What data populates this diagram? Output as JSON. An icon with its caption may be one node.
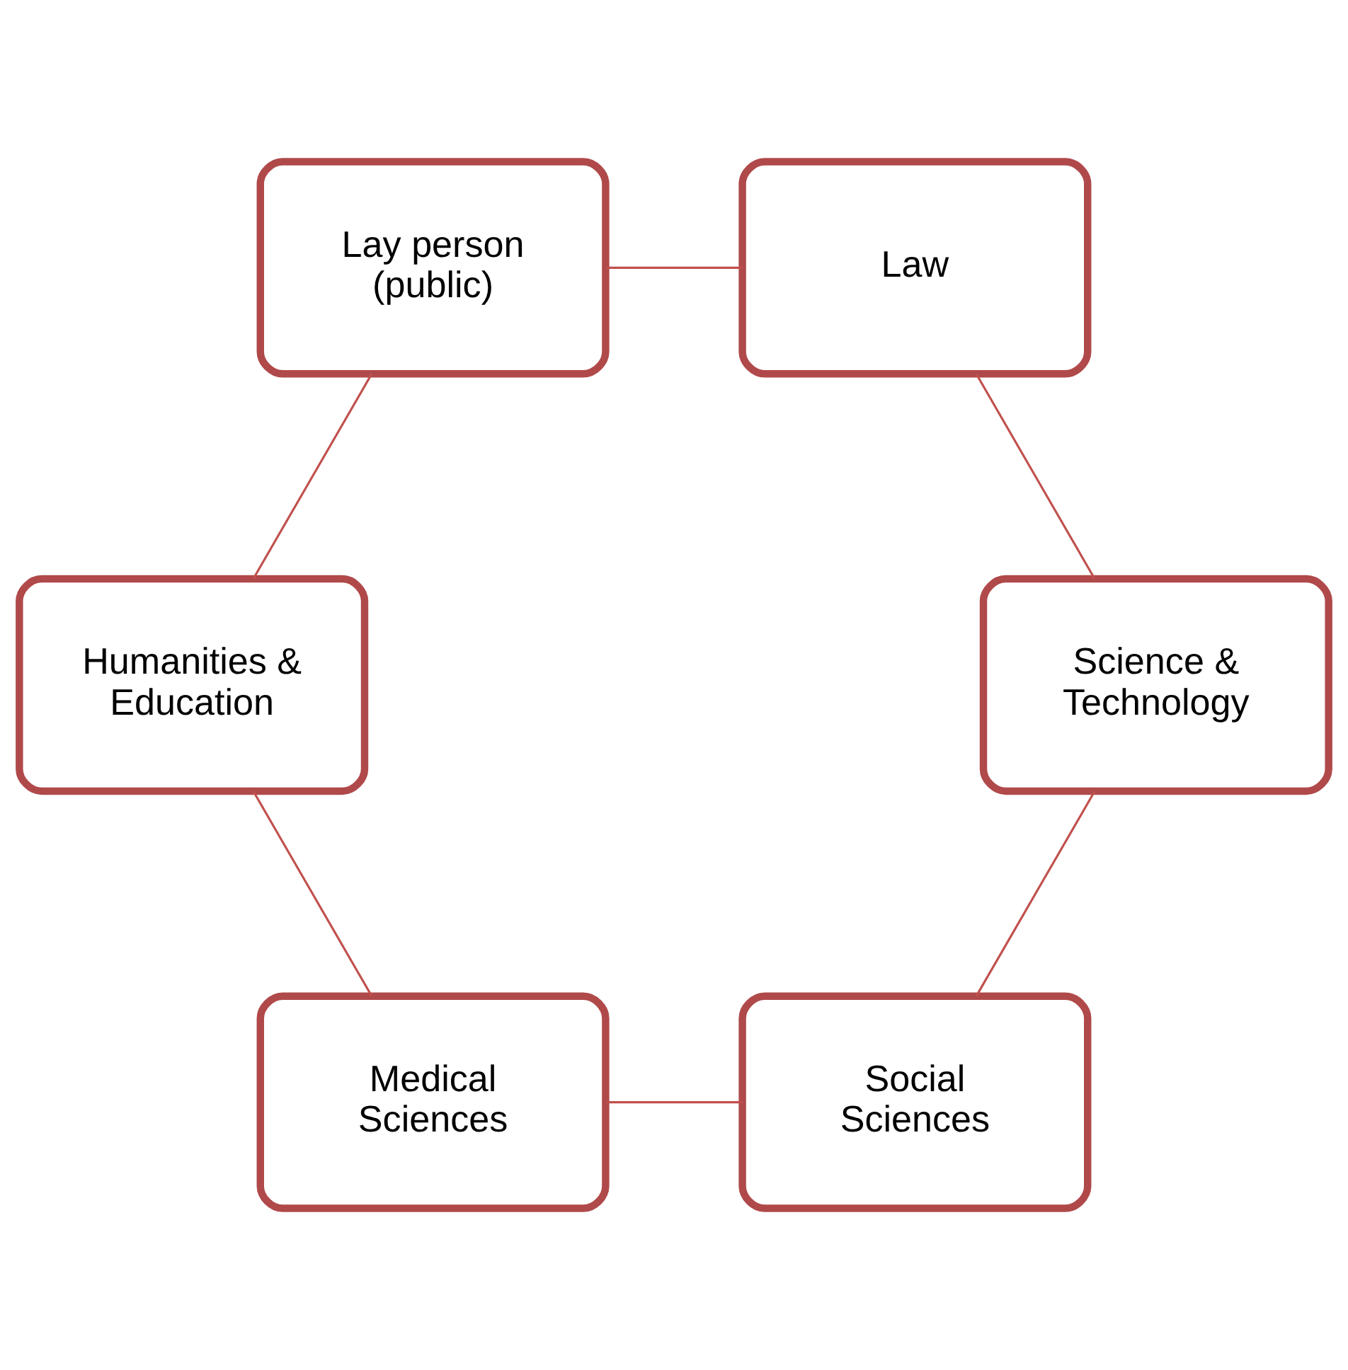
{
  "diagram": {
    "nodes": [
      {
        "text": [
          "Social Sciences"
        ]
      },
      {
        "text": [
          "Medical Sciences"
        ]
      },
      {
        "text": [
          "Humanities & Education"
        ]
      },
      {
        "text": [
          "Lay person (public)"
        ]
      },
      {
        "text": [
          "Law"
        ]
      },
      {
        "text": [
          "Science & Technology"
        ]
      }
    ],
    "edges": [
      {
        "from": 0,
        "to": 1,
        "arrow": "none"
      },
      {
        "from": 1,
        "to": 2,
        "arrow": "none"
      },
      {
        "from": 2,
        "to": 3,
        "arrow": "none"
      },
      {
        "from": 3,
        "to": 4,
        "arrow": "none"
      },
      {
        "from": 4,
        "to": 5,
        "arrow": "none"
      },
      {
        "from": 5,
        "to": 0,
        "arrow": "none"
      }
    ]
  }
}
